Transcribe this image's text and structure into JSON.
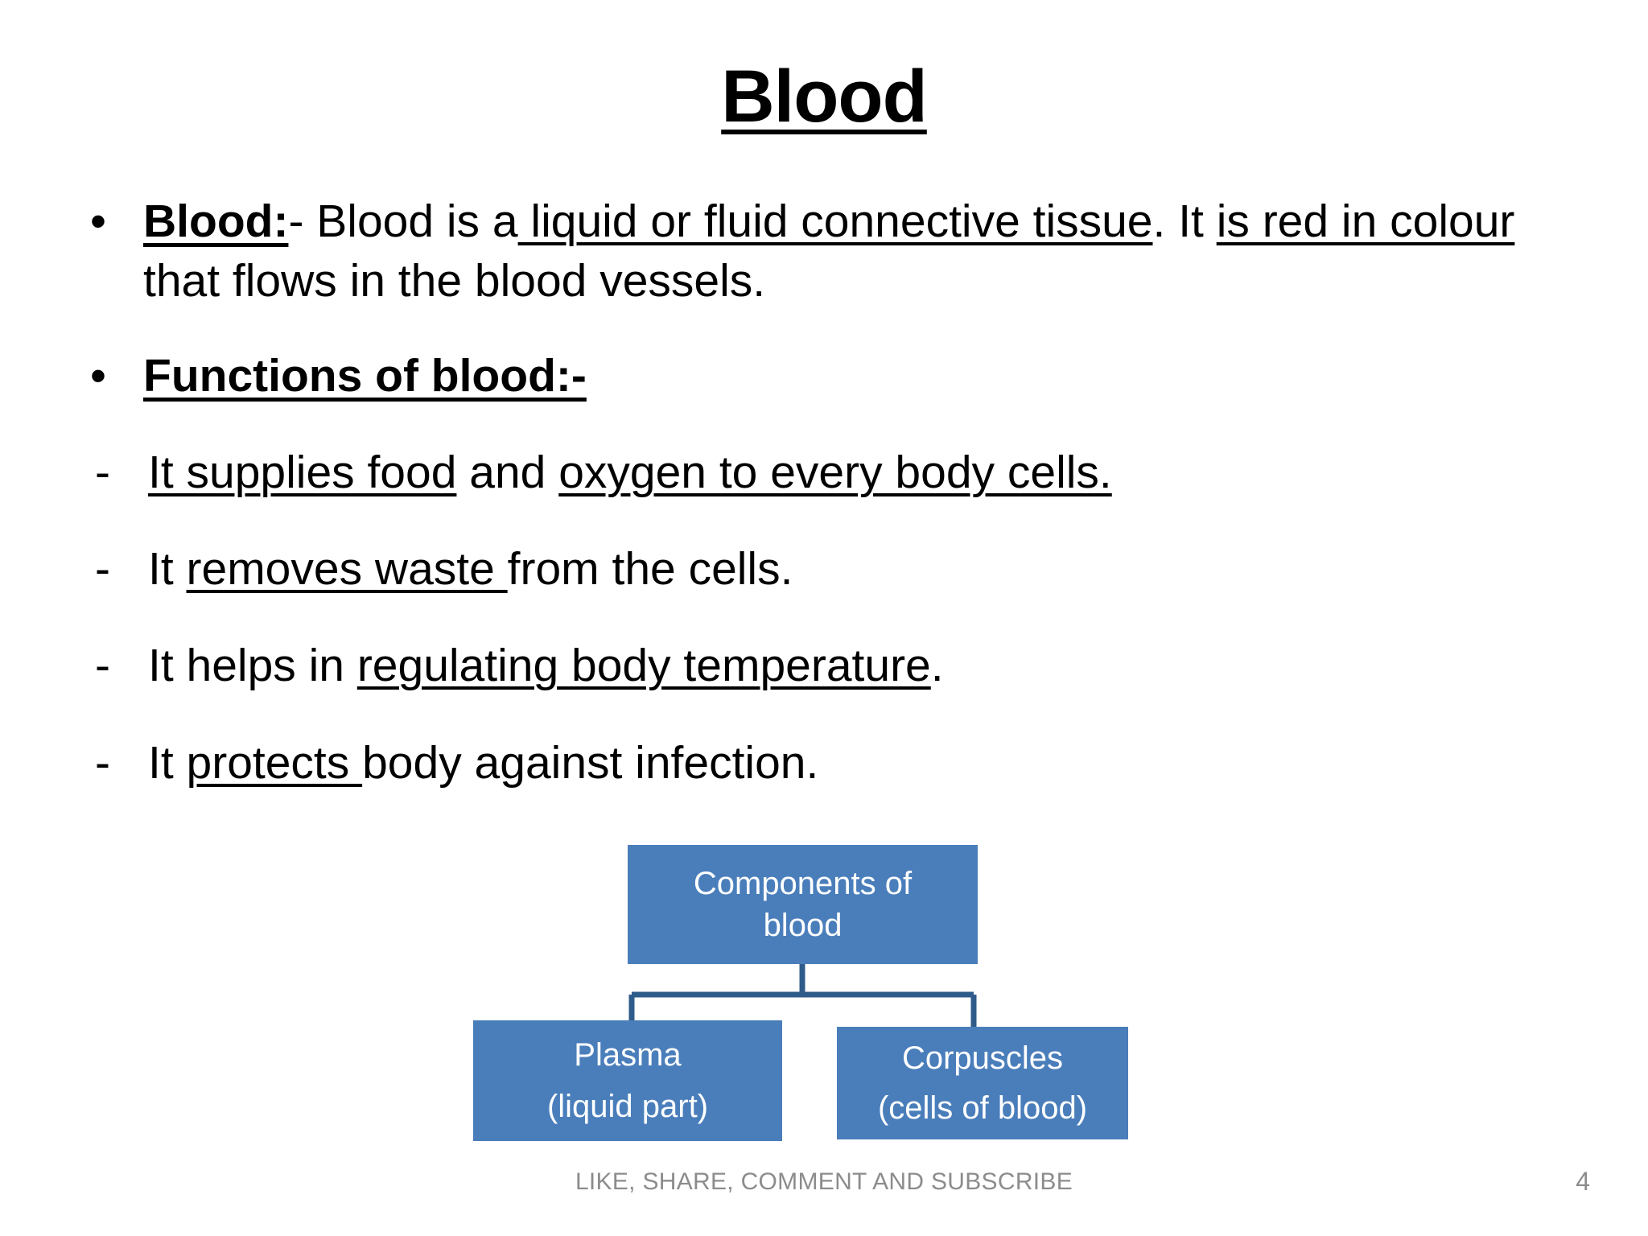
{
  "slide": {
    "title": "Blood",
    "page_number": "4",
    "footer_note": "LIKE, SHARE, COMMENT AND SUBSCRIBE",
    "accent_color": "#4a7ebb",
    "text_color": "#000000",
    "footer_color": "#8c8c8c",
    "background": "#ffffff"
  },
  "content": {
    "blocks": [
      {
        "marker": "•",
        "parts": [
          {
            "text": "Blood:",
            "style": "bold-underline"
          },
          {
            "text": "- Blood is a",
            "style": "plain"
          },
          {
            "text": " liquid or fluid connective tissue",
            "style": "underline"
          },
          {
            "text": ". It ",
            "style": "plain"
          },
          {
            "text": "is red in colour",
            "style": "underline"
          },
          {
            "text": " that flows in the blood vessels.",
            "style": "plain"
          }
        ]
      },
      {
        "marker": "•",
        "parts": [
          {
            "text": "Functions of blood:-",
            "style": "bold-underline"
          }
        ]
      },
      {
        "marker": "-",
        "parts": [
          {
            "text": "It supplies food",
            "style": "underline"
          },
          {
            "text": " and ",
            "style": "plain"
          },
          {
            "text": "oxygen to every body cells.",
            "style": "underline"
          }
        ]
      },
      {
        "marker": "-",
        "parts": [
          {
            "text": "It ",
            "style": "plain"
          },
          {
            "text": "removes waste ",
            "style": "underline"
          },
          {
            "text": "from the cells.",
            "style": "plain"
          }
        ]
      },
      {
        "marker": "-",
        "parts": [
          {
            "text": "It helps in ",
            "style": "plain"
          },
          {
            "text": "regulating body temperature",
            "style": "underline"
          },
          {
            "text": ".",
            "style": "plain"
          }
        ]
      },
      {
        "marker": "-",
        "parts": [
          {
            "text": "It ",
            "style": "plain"
          },
          {
            "text": "protects ",
            "style": "underline"
          },
          {
            "text": "body against infection.",
            "style": "plain"
          }
        ]
      }
    ]
  },
  "diagram": {
    "root": {
      "line1": "Components of",
      "line2": "blood"
    },
    "left": {
      "line1": "Plasma",
      "line2": "(liquid part)"
    },
    "right": {
      "line1": "Corpuscles",
      "line2": "(cells of blood)"
    }
  }
}
